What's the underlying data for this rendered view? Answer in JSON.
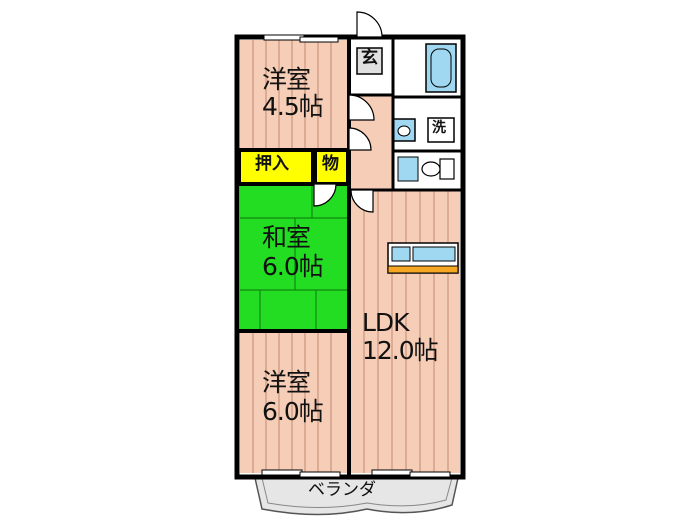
{
  "rooms": {
    "western_top": {
      "name": "洋室",
      "size": "4.5帖"
    },
    "japanese": {
      "name": "和室",
      "size": "6.0帖"
    },
    "western_bottom": {
      "name": "洋室",
      "size": "6.0帖"
    },
    "ldk": {
      "name": "LDK",
      "size": "12.0帖"
    }
  },
  "storage": {
    "oshiire": "押入",
    "mono": "物"
  },
  "entrance": "玄",
  "washroom": "洗",
  "balcony": "ベランダ",
  "colors": {
    "wood_floor": "#f6cdb6",
    "wood_line": "#c08a70",
    "tatami": "#22dd22",
    "tatami_line": "#118811",
    "storage_yellow": "#ffff00",
    "wet_area_blue": "#9fd8f0",
    "wall": "#000000",
    "balcony_gray": "#e6e6e6",
    "kitchen_orange": "#f5a623"
  }
}
